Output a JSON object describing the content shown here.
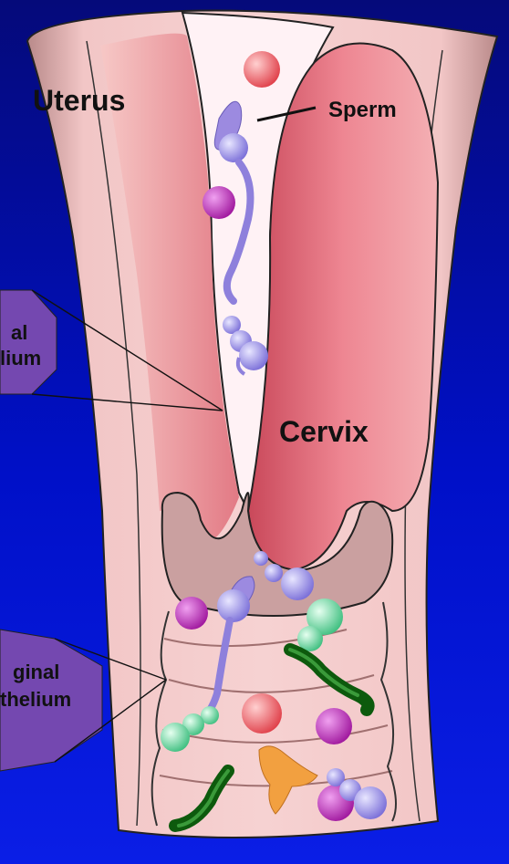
{
  "labels": {
    "uterus": "Uterus",
    "sperm": "Sperm",
    "cervix": "Cervix",
    "cervical_epithelium_line1": "al",
    "cervical_epithelium_line2": "lium",
    "vaginal_epithelium_line1": "ginal",
    "vaginal_epithelium_line2": "thelium"
  },
  "colors": {
    "background_top": "#050a7a",
    "background_bottom": "#0a1ee6",
    "tissue_outer": "#c89a9a",
    "tissue_inner": "#f3c2c2",
    "cervix": "#e46c7a",
    "canal": "#fff0f4",
    "callout_box": "#7b48b8",
    "sperm": "#9a8ee6",
    "magenta_cell": "#c02ec0",
    "red_cell": "#e85a60",
    "green_cell": "#7fe0a8",
    "bacteria_rod": "#1a6a1a",
    "orange_cell": "#f4a24a"
  }
}
